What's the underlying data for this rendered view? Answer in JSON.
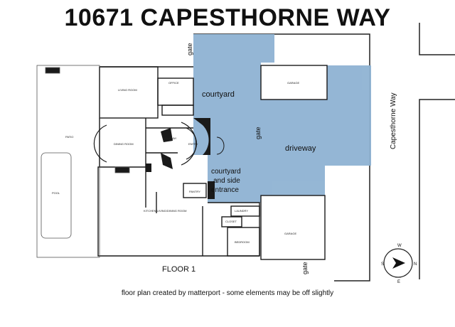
{
  "title": "10671 CAPESTHORNE WAY",
  "street": "Capesthorne Way",
  "floor_label": "FLOOR 1",
  "caption": "floor plan created by matterport - some elements may be off slightly",
  "overlay_color": "#8fb3d3",
  "wall_color": "#1a1a1a",
  "zones": {
    "courtyard": "courtyard",
    "driveway": "driveway",
    "courtyard_side_line1": "courtyard",
    "courtyard_side_line2": "and side",
    "courtyard_side_line3": "entrance"
  },
  "gates": {
    "top": "gate",
    "middle": "gate",
    "bottom": "gate"
  },
  "rooms": {
    "living_room": "LIVING ROOM",
    "office": "OFFICE",
    "garage_top": "GARAGE",
    "patio": "PATIO",
    "dining_room": "DINING ROOM",
    "hallway": "HALLWAY",
    "entry": "ENTRY",
    "pool": "POOL",
    "pantry": "PANTRY",
    "kitchen": "KITCHEN/LIVING/DINING ROOM",
    "laundry": "LAUNDRY",
    "closet": "CLOSET",
    "bedroom": "BEDROOM",
    "garage_bottom": "GARAGE"
  },
  "compass": {
    "n": "N",
    "s": "S",
    "e": "E",
    "w": "W"
  }
}
